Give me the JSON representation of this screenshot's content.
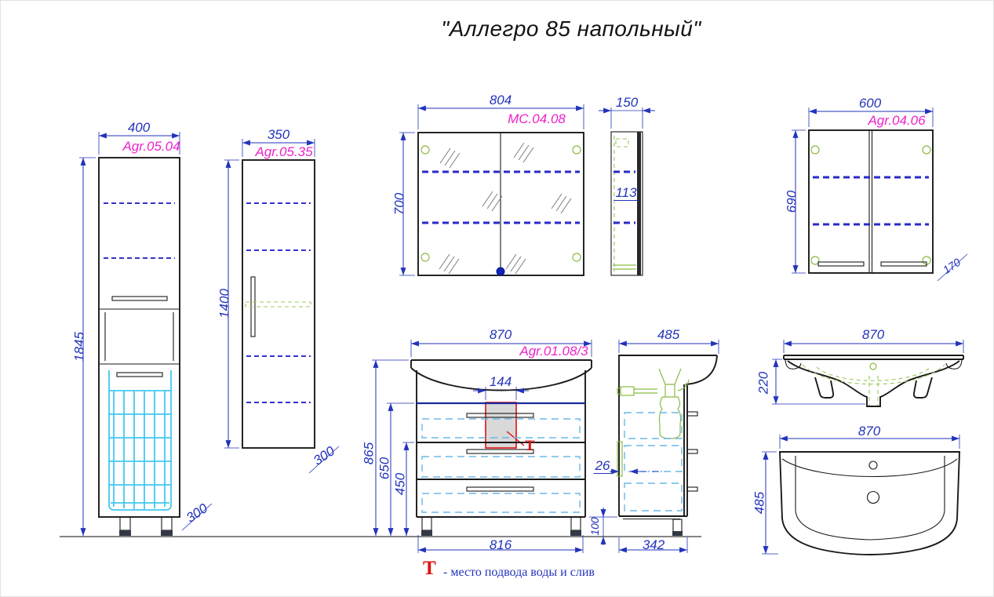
{
  "title": "\"Аллегро 85 напольный\"",
  "colors": {
    "dimension_blue": "#2233bb",
    "label_magenta": "#ee22cc",
    "line_black": "#1a1a1a",
    "basket_cyan": "#44c8f0",
    "drawer_dash_cyan": "#6ab8e8",
    "shelf_dash_blue": "#3333cc",
    "fittings_green": "#8bbb44",
    "marker_red": "#dd1111",
    "cutout_gray": "#d9d9d9"
  },
  "views": {
    "tall_cabinet": {
      "label": "Agr.05.04",
      "width": "400",
      "height": "1845",
      "depth": "300"
    },
    "column_cabinet": {
      "label": "Agr.05.35",
      "width": "350",
      "height": "1400",
      "depth": "300"
    },
    "mirror_cabinet": {
      "label": "MC.04.08",
      "width": "804",
      "height": "700"
    },
    "mirror_cabinet_side": {
      "width": "150",
      "inner_depth": "113"
    },
    "wall_cabinet": {
      "label": "Agr.04.06",
      "width": "600",
      "height": "690",
      "depth": "170"
    },
    "vanity": {
      "label": "Agr.01.08/3",
      "sink_width": "870",
      "cutout_width": "144",
      "height_total": "865",
      "height_to_top_drawer": "650",
      "height_to_mid_drawer": "450",
      "body_width": "816",
      "leg_height": "100",
      "marker": "Т"
    },
    "vanity_side": {
      "depth_top": "485",
      "back_gap": "26",
      "depth_bottom": "342"
    },
    "sink_front": {
      "width": "870",
      "height": "220"
    },
    "sink_plan": {
      "width": "870",
      "depth": "485"
    }
  },
  "legend": {
    "symbol": "Т",
    "text": "- место подвода воды и слив"
  }
}
